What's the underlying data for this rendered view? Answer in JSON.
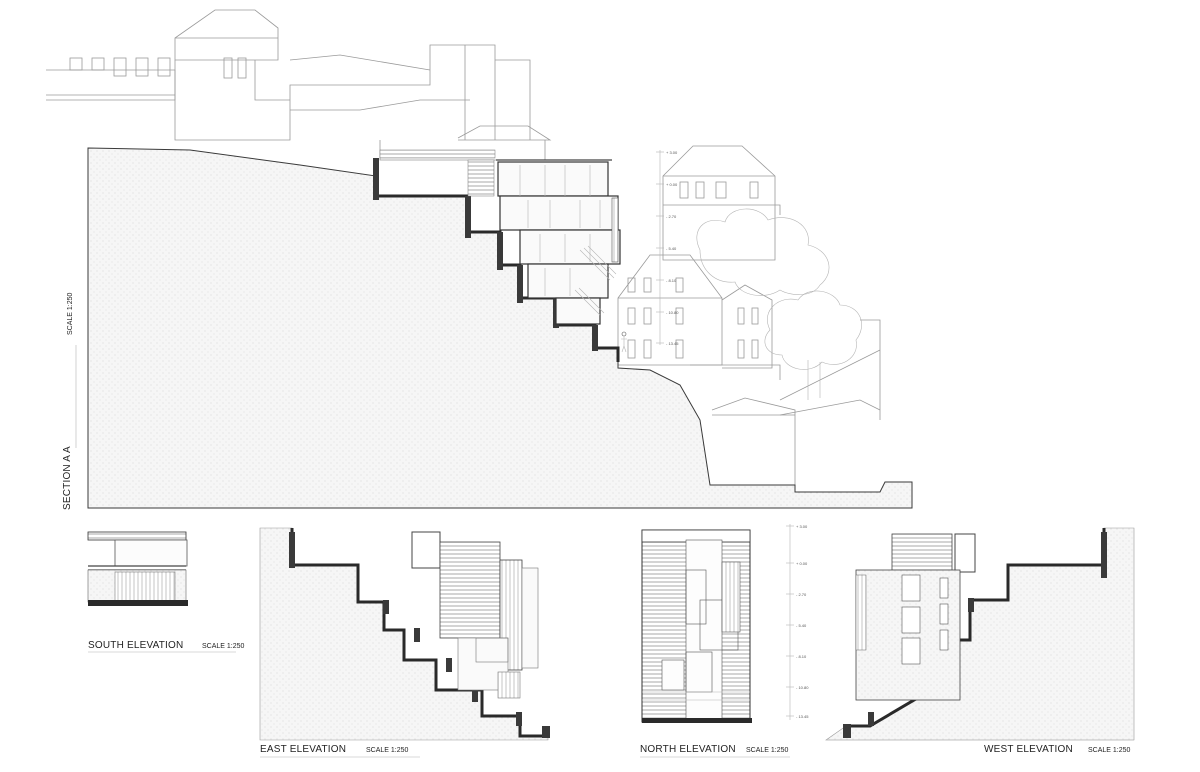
{
  "section": {
    "title": "SECTION  A A",
    "scale": "SCALE 1:250",
    "levels": [
      "+ 3.00",
      "+ 0.00",
      "- 2.70",
      "- 5.40",
      "- 8.10",
      "- 10.80",
      "- 13.45"
    ]
  },
  "elevations": {
    "south": {
      "title": "SOUTH ELEVATION",
      "scale": "SCALE 1:250"
    },
    "east": {
      "title": "EAST ELEVATION",
      "scale": "SCALE 1:250"
    },
    "north": {
      "title": "NORTH ELEVATION",
      "scale": "SCALE 1:250",
      "levels": [
        "+ 3.00",
        "+ 0.00",
        "- 2.70",
        "- 5.40",
        "- 8.10",
        "- 10.80",
        "- 13.45"
      ]
    },
    "west": {
      "title": "WEST ELEVATION",
      "scale": "SCALE 1:250"
    }
  },
  "colors": {
    "ink": "#2a2a2a",
    "line": "#9a9a9a",
    "fill": "#f2f2f2"
  }
}
